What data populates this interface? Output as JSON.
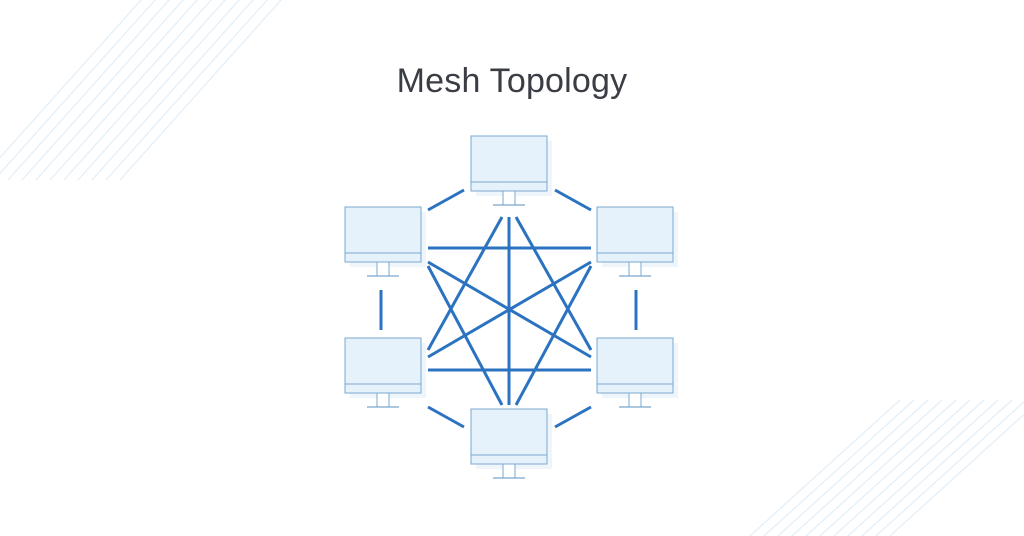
{
  "title": "Mesh Topology",
  "colors": {
    "background": "#ffffff",
    "title": "#3a3d44",
    "link": "#2b73c0",
    "monitor_outline": "#7aa8cf",
    "monitor_screen": "#e6f2fb",
    "monitor_shadow": "#eef6fc",
    "decoration_lines": "#e2eef7"
  },
  "nodes": [
    {
      "id": "top",
      "icon": "computer-monitor-icon"
    },
    {
      "id": "upper-left",
      "icon": "computer-monitor-icon"
    },
    {
      "id": "upper-right",
      "icon": "computer-monitor-icon"
    },
    {
      "id": "lower-left",
      "icon": "computer-monitor-icon"
    },
    {
      "id": "lower-right",
      "icon": "computer-monitor-icon"
    },
    {
      "id": "bottom",
      "icon": "computer-monitor-icon"
    }
  ],
  "links": [
    [
      "top",
      "upper-left"
    ],
    [
      "top",
      "upper-right"
    ],
    [
      "top",
      "lower-left"
    ],
    [
      "top",
      "lower-right"
    ],
    [
      "top",
      "bottom"
    ],
    [
      "upper-left",
      "upper-right"
    ],
    [
      "upper-left",
      "lower-left"
    ],
    [
      "upper-left",
      "lower-right"
    ],
    [
      "upper-left",
      "bottom"
    ],
    [
      "upper-right",
      "lower-left"
    ],
    [
      "upper-right",
      "lower-right"
    ],
    [
      "upper-right",
      "bottom"
    ],
    [
      "lower-left",
      "lower-right"
    ],
    [
      "lower-left",
      "bottom"
    ],
    [
      "lower-right",
      "bottom"
    ]
  ]
}
